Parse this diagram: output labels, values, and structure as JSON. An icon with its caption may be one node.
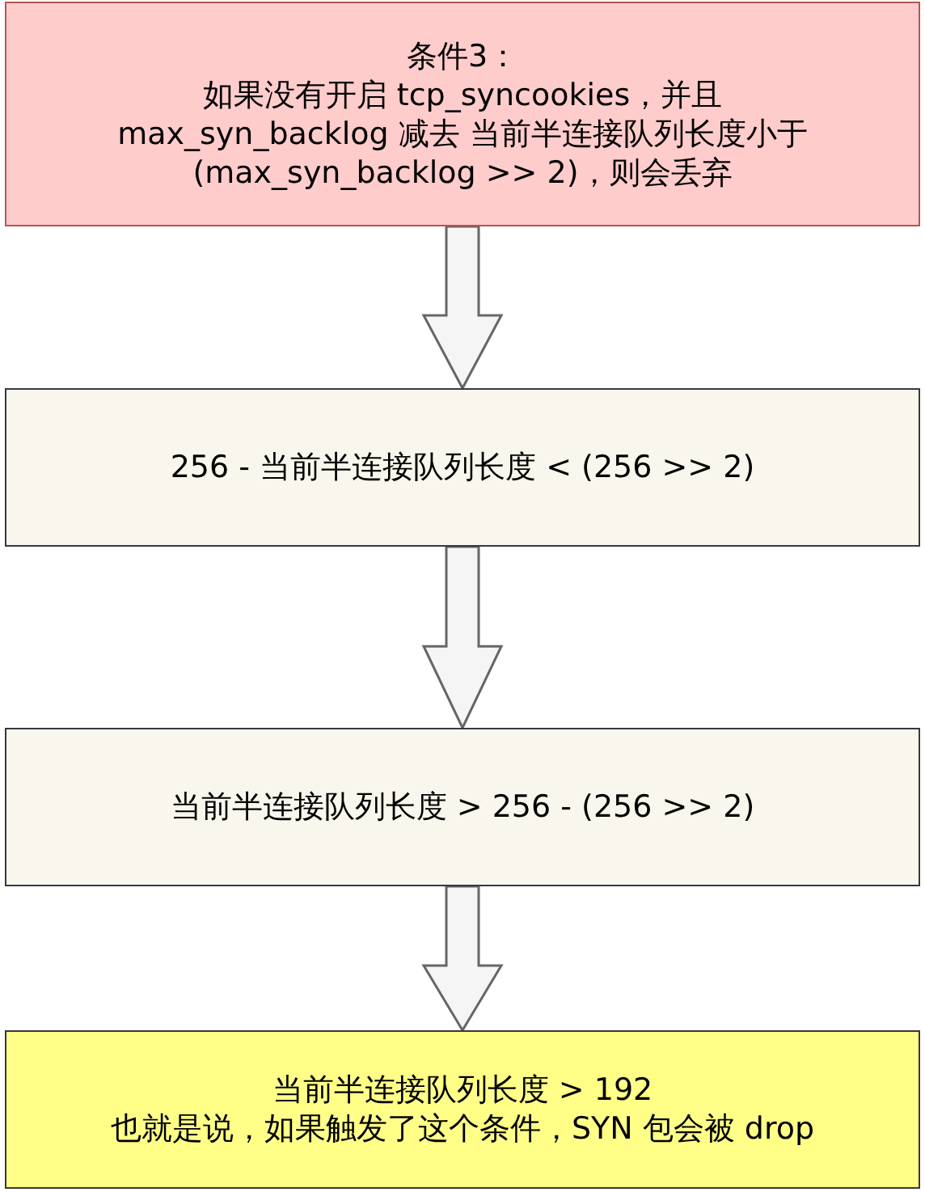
{
  "diagram": {
    "nodes": [
      {
        "text": [
          "条件3：",
          "如果没有开启 tcp_syncookies，并且 max_syn_backlog 减去 当前半连接队列长度小于 (max_syn_backlog >> 2)，则会丢弃"
        ]
      },
      {
        "text": [
          "256 - 当前半连接队列长度 < (256 >> 2)"
        ]
      },
      {
        "text": [
          "当前半连接队列长度 > 256 - (256 >> 2)"
        ]
      },
      {
        "text": [
          "当前半连接队列长度 > 192",
          "也就是说，如果触发了这个条件，SYN 包会被 drop"
        ]
      }
    ],
    "edges": [
      {
        "from": 0,
        "to": 1,
        "arrow": "to"
      },
      {
        "from": 1,
        "to": 2,
        "arrow": "to"
      },
      {
        "from": 2,
        "to": 3,
        "arrow": "to"
      }
    ]
  }
}
